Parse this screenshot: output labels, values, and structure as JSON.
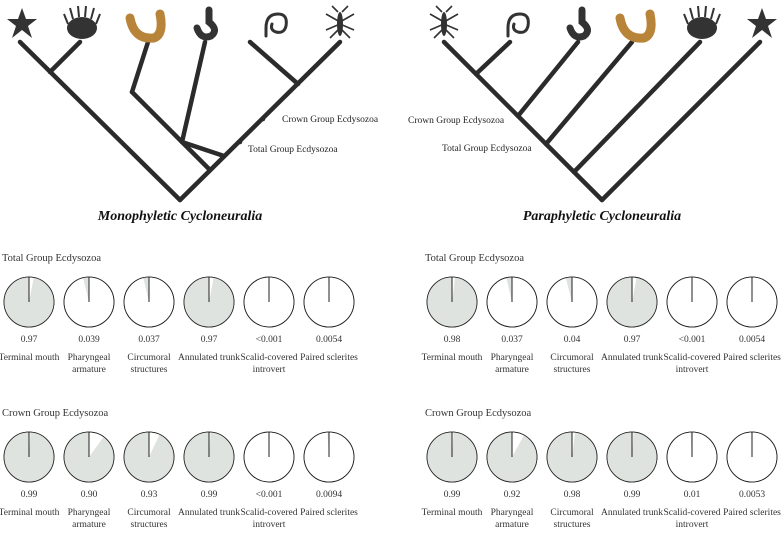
{
  "colors": {
    "filled": "#dfe3df",
    "empty": "#ffffff",
    "outline": "#222222",
    "branch": "#2b2b2b"
  },
  "trees": [
    {
      "title": "Monophyletic Cycloneuralia",
      "crown_label": "Crown Group Ecdysozoa",
      "total_label": "Total Group Ecdysozoa",
      "taxa_icons": [
        "starfish-icon",
        "urchin-icon",
        "larva-icon",
        "worm-icon",
        "spiral-worm-icon",
        "insect-icon"
      ]
    },
    {
      "title": "Paraphyletic Cycloneuralia",
      "crown_label": "Crown Group Ecdysozoa",
      "total_label": "Total Group Ecdysozoa",
      "taxa_icons": [
        "insect-icon",
        "spiral-worm-icon",
        "worm-icon",
        "larva-icon",
        "urchin-icon",
        "starfish-icon"
      ]
    }
  ],
  "panels": [
    {
      "title": "Total Group Ecdysozoa",
      "characters": [
        {
          "label": "Terminal mouth",
          "value": "0.97",
          "p": 0.97
        },
        {
          "label": "Pharyngeal armature",
          "value": "0.039",
          "p": 0.039
        },
        {
          "label": "Circumoral structures",
          "value": "0.037",
          "p": 0.037
        },
        {
          "label": "Annulated trunk",
          "value": "0.97",
          "p": 0.97
        },
        {
          "label": "Scalid-covered introvert",
          "value": "<0.001",
          "p": 0.0005
        },
        {
          "label": "Paired sclerites",
          "value": "0.0054",
          "p": 0.0054
        }
      ]
    },
    {
      "title": "Total Group Ecdysozoa",
      "characters": [
        {
          "label": "Terminal mouth",
          "value": "0.98",
          "p": 0.98
        },
        {
          "label": "Pharyngeal armature",
          "value": "0.037",
          "p": 0.037
        },
        {
          "label": "Circumoral structures",
          "value": "0.04",
          "p": 0.04
        },
        {
          "label": "Annulated trunk",
          "value": "0.97",
          "p": 0.97
        },
        {
          "label": "Scalid-covered introvert",
          "value": "<0.001",
          "p": 0.0005
        },
        {
          "label": "Paired sclerites",
          "value": "0.0054",
          "p": 0.0054
        }
      ]
    },
    {
      "title": "Crown Group Ecdysozoa",
      "characters": [
        {
          "label": "Terminal mouth",
          "value": "0.99",
          "p": 0.99
        },
        {
          "label": "Pharyngeal armature",
          "value": "0.90",
          "p": 0.9
        },
        {
          "label": "Circumoral structures",
          "value": "0.93",
          "p": 0.93
        },
        {
          "label": "Annulated trunk",
          "value": "0.99",
          "p": 0.99
        },
        {
          "label": "Scalid-covered introvert",
          "value": "<0.001",
          "p": 0.0005
        },
        {
          "label": "Paired sclerites",
          "value": "0.0094",
          "p": 0.0094
        }
      ]
    },
    {
      "title": "Crown Group Ecdysozoa",
      "characters": [
        {
          "label": "Terminal mouth",
          "value": "0.99",
          "p": 0.99
        },
        {
          "label": "Pharyngeal armature",
          "value": "0.92",
          "p": 0.92
        },
        {
          "label": "Circumoral structures",
          "value": "0.98",
          "p": 0.98
        },
        {
          "label": "Annulated trunk",
          "value": "0.99",
          "p": 0.99
        },
        {
          "label": "Scalid-covered introvert",
          "value": "0.01",
          "p": 0.01
        },
        {
          "label": "Paired sclerites",
          "value": "0.0053",
          "p": 0.0053
        }
      ]
    }
  ]
}
